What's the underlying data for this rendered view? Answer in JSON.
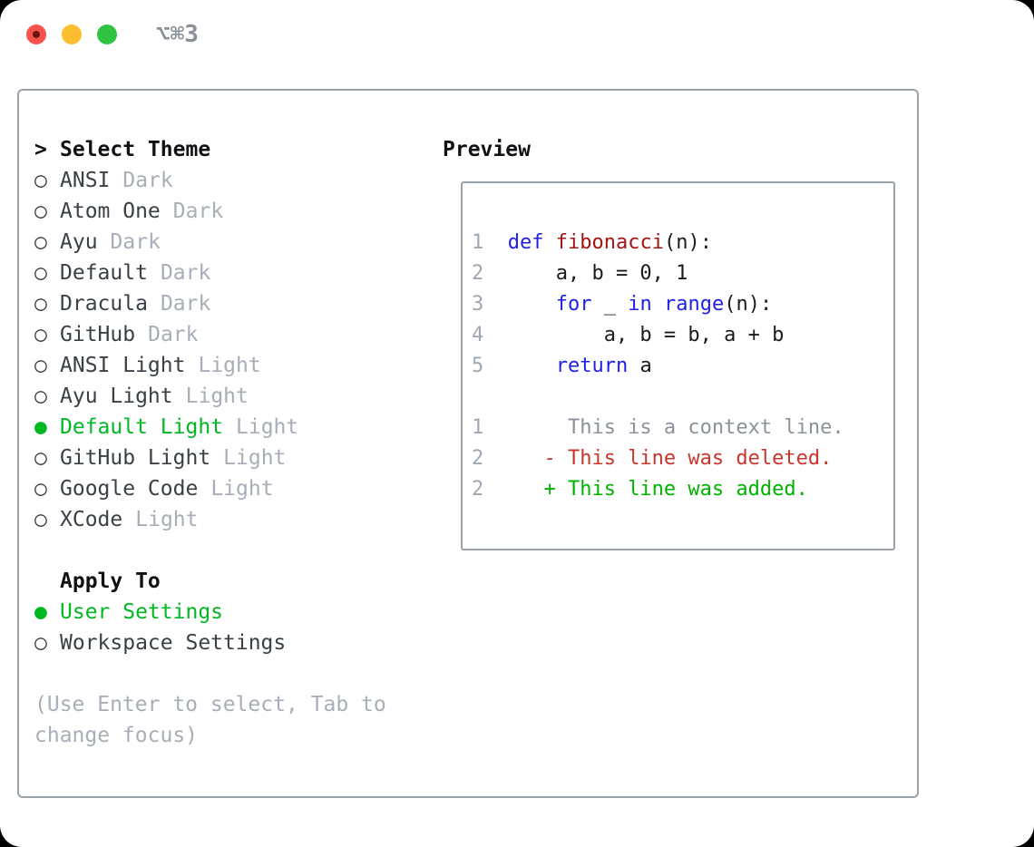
{
  "window": {
    "title": "⌥⌘3",
    "traffic_lights": {
      "close": "close-button",
      "minimize": "minimize-button",
      "zoom": "zoom-button"
    }
  },
  "colors": {
    "accent_green": "#00b822",
    "keyword_blue": "#1f1fe8",
    "function_red": "#a31515",
    "diff_deleted_red": "#c8352b",
    "diff_added_green": "#00b300",
    "context_gray": "#8b929b",
    "line_number_gray": "#9ea8b4",
    "muted_gray": "#a8aeb9",
    "text_dark": "#3a4047",
    "border_gray": "#9ba2ab",
    "traffic_red": "#f4544d",
    "traffic_yellow": "#fcbd2e",
    "traffic_green": "#2fc341",
    "title_gray": "#8a9097"
  },
  "theme_panel": {
    "header": {
      "marker": ">",
      "label": "Select Theme"
    },
    "themes": [
      {
        "marker": "○",
        "name": "ANSI",
        "variant": "Dark",
        "selected": false
      },
      {
        "marker": "○",
        "name": "Atom One",
        "variant": "Dark",
        "selected": false
      },
      {
        "marker": "○",
        "name": "Ayu",
        "variant": "Dark",
        "selected": false
      },
      {
        "marker": "○",
        "name": "Default",
        "variant": "Dark",
        "selected": false
      },
      {
        "marker": "○",
        "name": "Dracula",
        "variant": "Dark",
        "selected": false
      },
      {
        "marker": "○",
        "name": "GitHub",
        "variant": "Dark",
        "selected": false
      },
      {
        "marker": "○",
        "name": "ANSI Light",
        "variant": "Light",
        "selected": false
      },
      {
        "marker": "○",
        "name": "Ayu Light",
        "variant": "Light",
        "selected": false
      },
      {
        "marker": "●",
        "name": "Default Light",
        "variant": "Light",
        "selected": true
      },
      {
        "marker": "○",
        "name": "GitHub Light",
        "variant": "Light",
        "selected": false
      },
      {
        "marker": "○",
        "name": "Google Code",
        "variant": "Light",
        "selected": false
      },
      {
        "marker": "○",
        "name": "XCode",
        "variant": "Light",
        "selected": false
      }
    ],
    "apply_to": {
      "label": "Apply To",
      "options": [
        {
          "marker": "●",
          "name": "User Settings",
          "selected": true
        },
        {
          "marker": "○",
          "name": "Workspace Settings",
          "selected": false
        }
      ]
    },
    "help": {
      "line1": "(Use Enter to select, Tab to",
      "line2": "change focus)"
    }
  },
  "preview": {
    "label": "Preview",
    "lines": [
      {
        "n": "1",
        "s": [
          {
            "t": "  "
          },
          {
            "t": "def"
          },
          {
            "t": " "
          },
          {
            "t": "fibonacci"
          },
          {
            "t": "(n):"
          }
        ]
      },
      {
        "n": "2",
        "s": [
          {
            "t": "      a, b = 0, 1"
          }
        ]
      },
      {
        "n": "3",
        "s": [
          {
            "t": "      "
          },
          {
            "t": "for"
          },
          {
            "t": " _ "
          },
          {
            "t": "in"
          },
          {
            "t": " "
          },
          {
            "t": "range"
          },
          {
            "t": "(n):"
          }
        ]
      },
      {
        "n": "4",
        "s": [
          {
            "t": "          a, b = b, a + b"
          }
        ]
      },
      {
        "n": "5",
        "s": [
          {
            "t": "      "
          },
          {
            "t": "return"
          },
          {
            "t": " a"
          }
        ]
      }
    ],
    "diff": [
      {
        "n": "1",
        "t": "       This is a context line."
      },
      {
        "n": "2",
        "t": "     - This line was deleted."
      },
      {
        "n": "2",
        "t": "     + This line was added."
      }
    ]
  }
}
